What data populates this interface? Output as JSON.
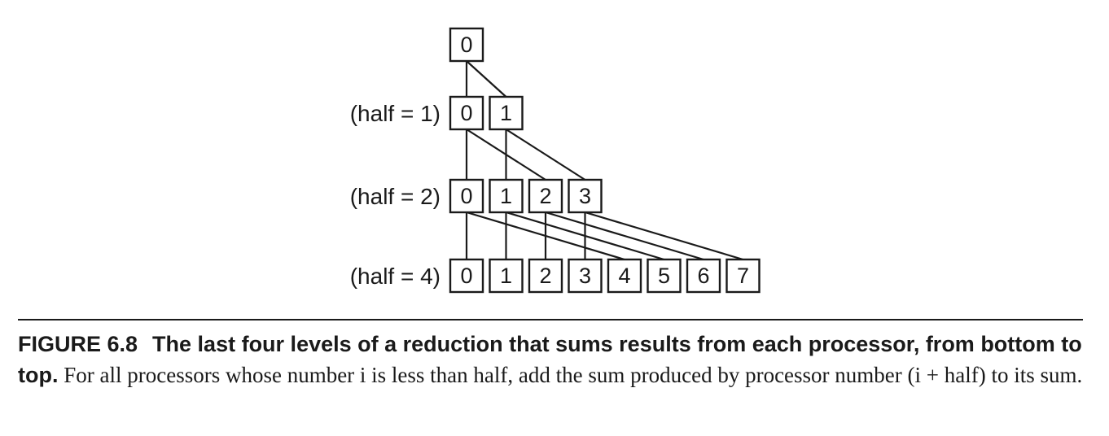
{
  "diagram": {
    "rows": [
      {
        "label": "",
        "nodes": [
          "0"
        ]
      },
      {
        "label": "(half = 1)",
        "nodes": [
          "0",
          "1"
        ]
      },
      {
        "label": "(half = 2)",
        "nodes": [
          "0",
          "1",
          "2",
          "3"
        ]
      },
      {
        "label": "(half = 4)",
        "nodes": [
          "0",
          "1",
          "2",
          "3",
          "4",
          "5",
          "6",
          "7"
        ]
      }
    ]
  },
  "caption": {
    "figure_number": "FIGURE 6.8",
    "title": "The last four levels of a reduction that sums results from each processor, from bottom to top.",
    "body": "For all processors whose number i is less than half, add the sum produced by processor number (i + half) to its sum."
  }
}
